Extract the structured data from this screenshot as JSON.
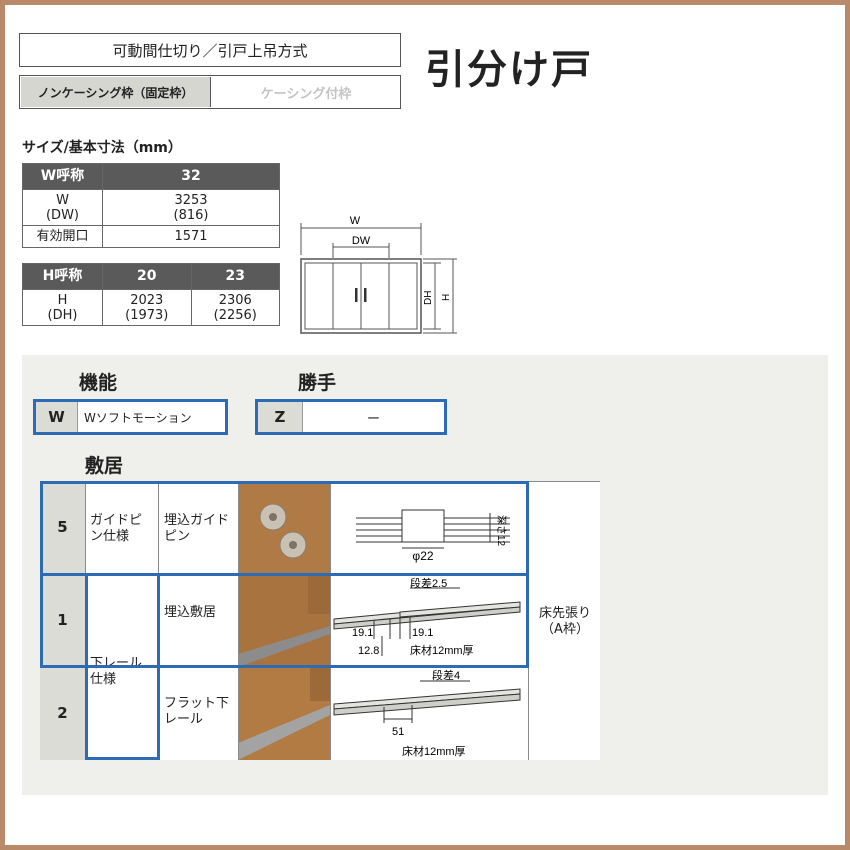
{
  "header": {
    "type_label": "可動間仕切り／引戸上吊方式",
    "frame_selected": "ノンケーシング枠（固定枠）",
    "frame_other": "ケーシング付枠",
    "product_title": "引分け戸"
  },
  "size_section": {
    "title": "サイズ/基本寸法（mm）",
    "w_table": {
      "header_label": "W呼称",
      "header_value": "32",
      "rows": [
        {
          "label_line1": "W",
          "label_line2": "(DW)",
          "value_line1": "3253",
          "value_line2": "(816)"
        },
        {
          "label_line1": "有効開口",
          "label_line2": "",
          "value_line1": "1571",
          "value_line2": ""
        }
      ]
    },
    "h_table": {
      "header_label": "H呼称",
      "header_values": [
        "20",
        "23"
      ],
      "row": {
        "label_line1": "H",
        "label_line2": "(DH)",
        "values_line1": [
          "2023",
          "2306"
        ],
        "values_line2": [
          "(1973)",
          "(2256)"
        ]
      }
    },
    "figure_labels": {
      "w": "W",
      "dw": "DW",
      "dh": "DH",
      "h": "H"
    }
  },
  "function_section": {
    "title": "機能",
    "code": "W",
    "value": "Wソフトモーション"
  },
  "hand_section": {
    "title": "勝手",
    "code": "Z",
    "value": "ー"
  },
  "sill_section": {
    "title": "敷居",
    "rows": [
      {
        "code": "5",
        "spec": "ガイドピン仕様",
        "type": "埋込ガイドピン",
        "dims": [
          "深さ12",
          "φ22"
        ]
      },
      {
        "code": "1",
        "spec": "下レール仕様",
        "type": "埋込敷居",
        "dims": [
          "段差2.5",
          "19.1",
          "19.1",
          "12.8",
          "床材12mm厚"
        ]
      },
      {
        "code": "2",
        "spec": "下レール仕様",
        "type": "フラット下レール",
        "dims": [
          "段差4",
          "51",
          "床材12mm厚"
        ]
      }
    ],
    "floor_note": "床先張り（A枠）"
  },
  "colors": {
    "accent_blue": "#2e6bb5",
    "header_dark": "#5a5a5a",
    "panel_bg": "#efefeb",
    "border_brown": "#b98a6a"
  }
}
